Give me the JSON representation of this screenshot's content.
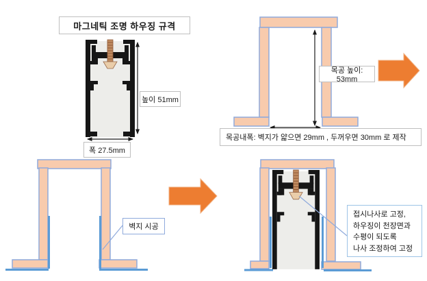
{
  "colors": {
    "wood": "#F8CBAD",
    "wood-border": "#8FAADC",
    "wallpaper": "#5B9BD5",
    "arrow": "#ED7D31",
    "leader": "#8FAADC",
    "box-border": "#BFBFBF",
    "note-border": "#9DC3E6"
  },
  "diagram": {
    "title": "마그네틱 조명 하우징 규격",
    "profile_spec": {
      "height_label": "높이 51mm",
      "width_label": "폭 27.5mm"
    },
    "wood_frame_spec": {
      "height_label": "목공 높이: 53mm",
      "inner_width_note": "목공내폭: 벽지가 얇으면 29mm , 두꺼우면 30mm 로 제작"
    },
    "wallpaper_step": {
      "label": "벽지 시공"
    },
    "install_step": {
      "note": "접시나사로 고정,\n하우징이 천장면과\n수평이 되도록\n나사 조정하여 고정"
    }
  }
}
